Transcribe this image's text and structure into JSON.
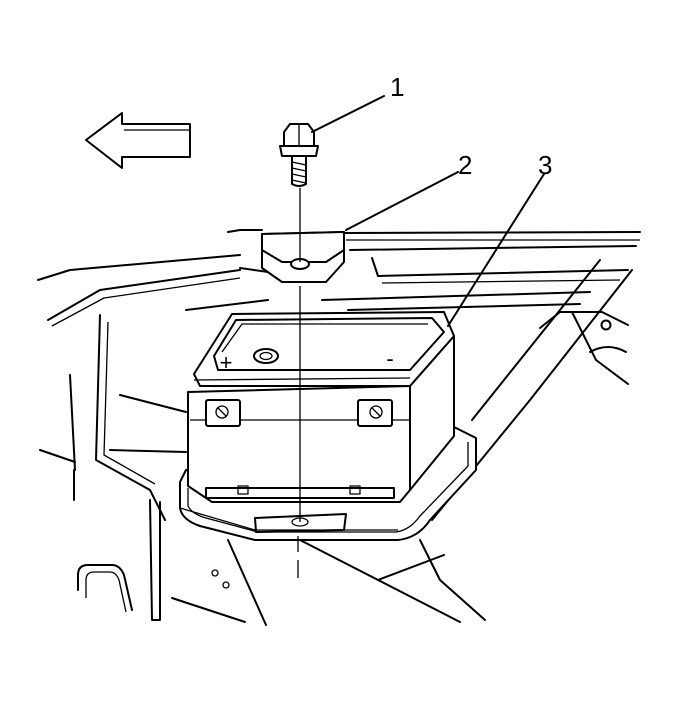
{
  "callouts": [
    {
      "label": "1",
      "part": "bolt"
    },
    {
      "label": "2",
      "part": "hold-down-retainer"
    },
    {
      "label": "3",
      "part": "battery"
    }
  ],
  "terminals": {
    "positive": "+",
    "negative": "-"
  },
  "icons": {
    "direction_arrow": "left-arrow-icon"
  },
  "colors": {
    "line": "#000000",
    "background": "#ffffff"
  }
}
